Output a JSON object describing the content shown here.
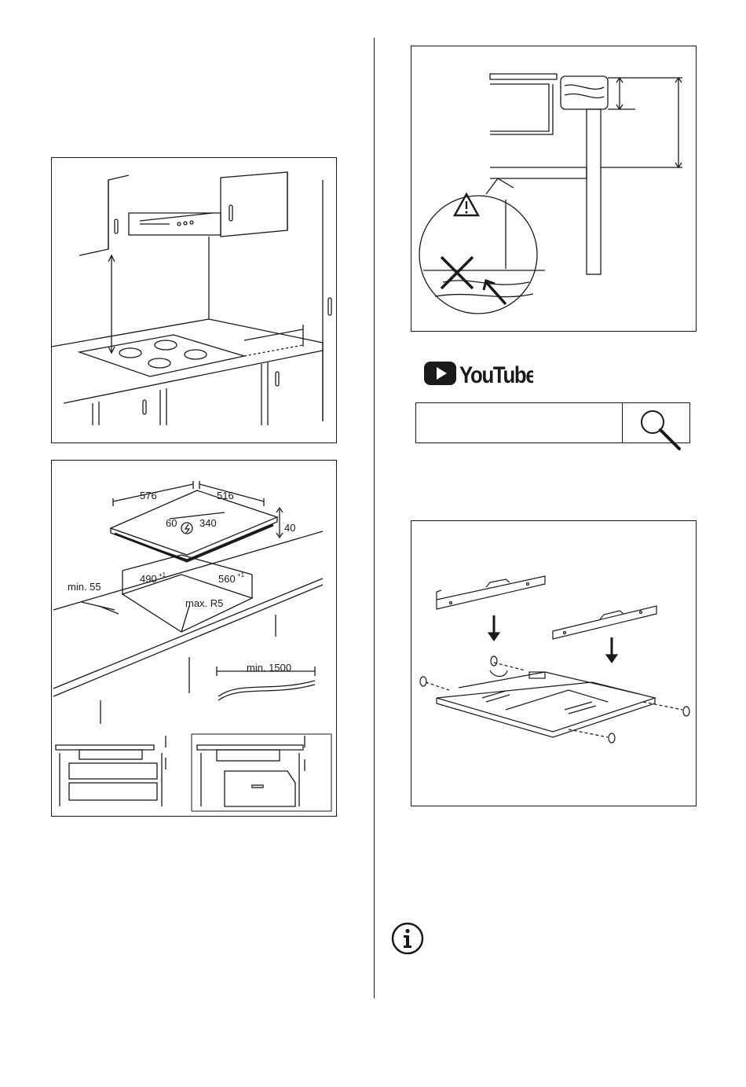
{
  "fig_hood": {},
  "fig_dimensions": {
    "width": "576",
    "depth": "516",
    "height": "40",
    "inner_a": "60",
    "inner_b": "340",
    "cutout_w": "490",
    "cutout_w_tol": "+1",
    "cutout_d": "560",
    "cutout_d_tol": "+1",
    "min_edge": "min. 55",
    "radius": "max. R5",
    "cable": "min. 1500"
  },
  "fig_warning": {},
  "youtube": {
    "logo_text": "YouTube",
    "search_placeholder": ""
  },
  "fig_brackets": {},
  "colors": {
    "line": "#1a1a1a",
    "youtube_red": "#1a1a1a"
  },
  "icons": [
    "warning-icon",
    "play-icon",
    "search-icon",
    "info-icon"
  ]
}
